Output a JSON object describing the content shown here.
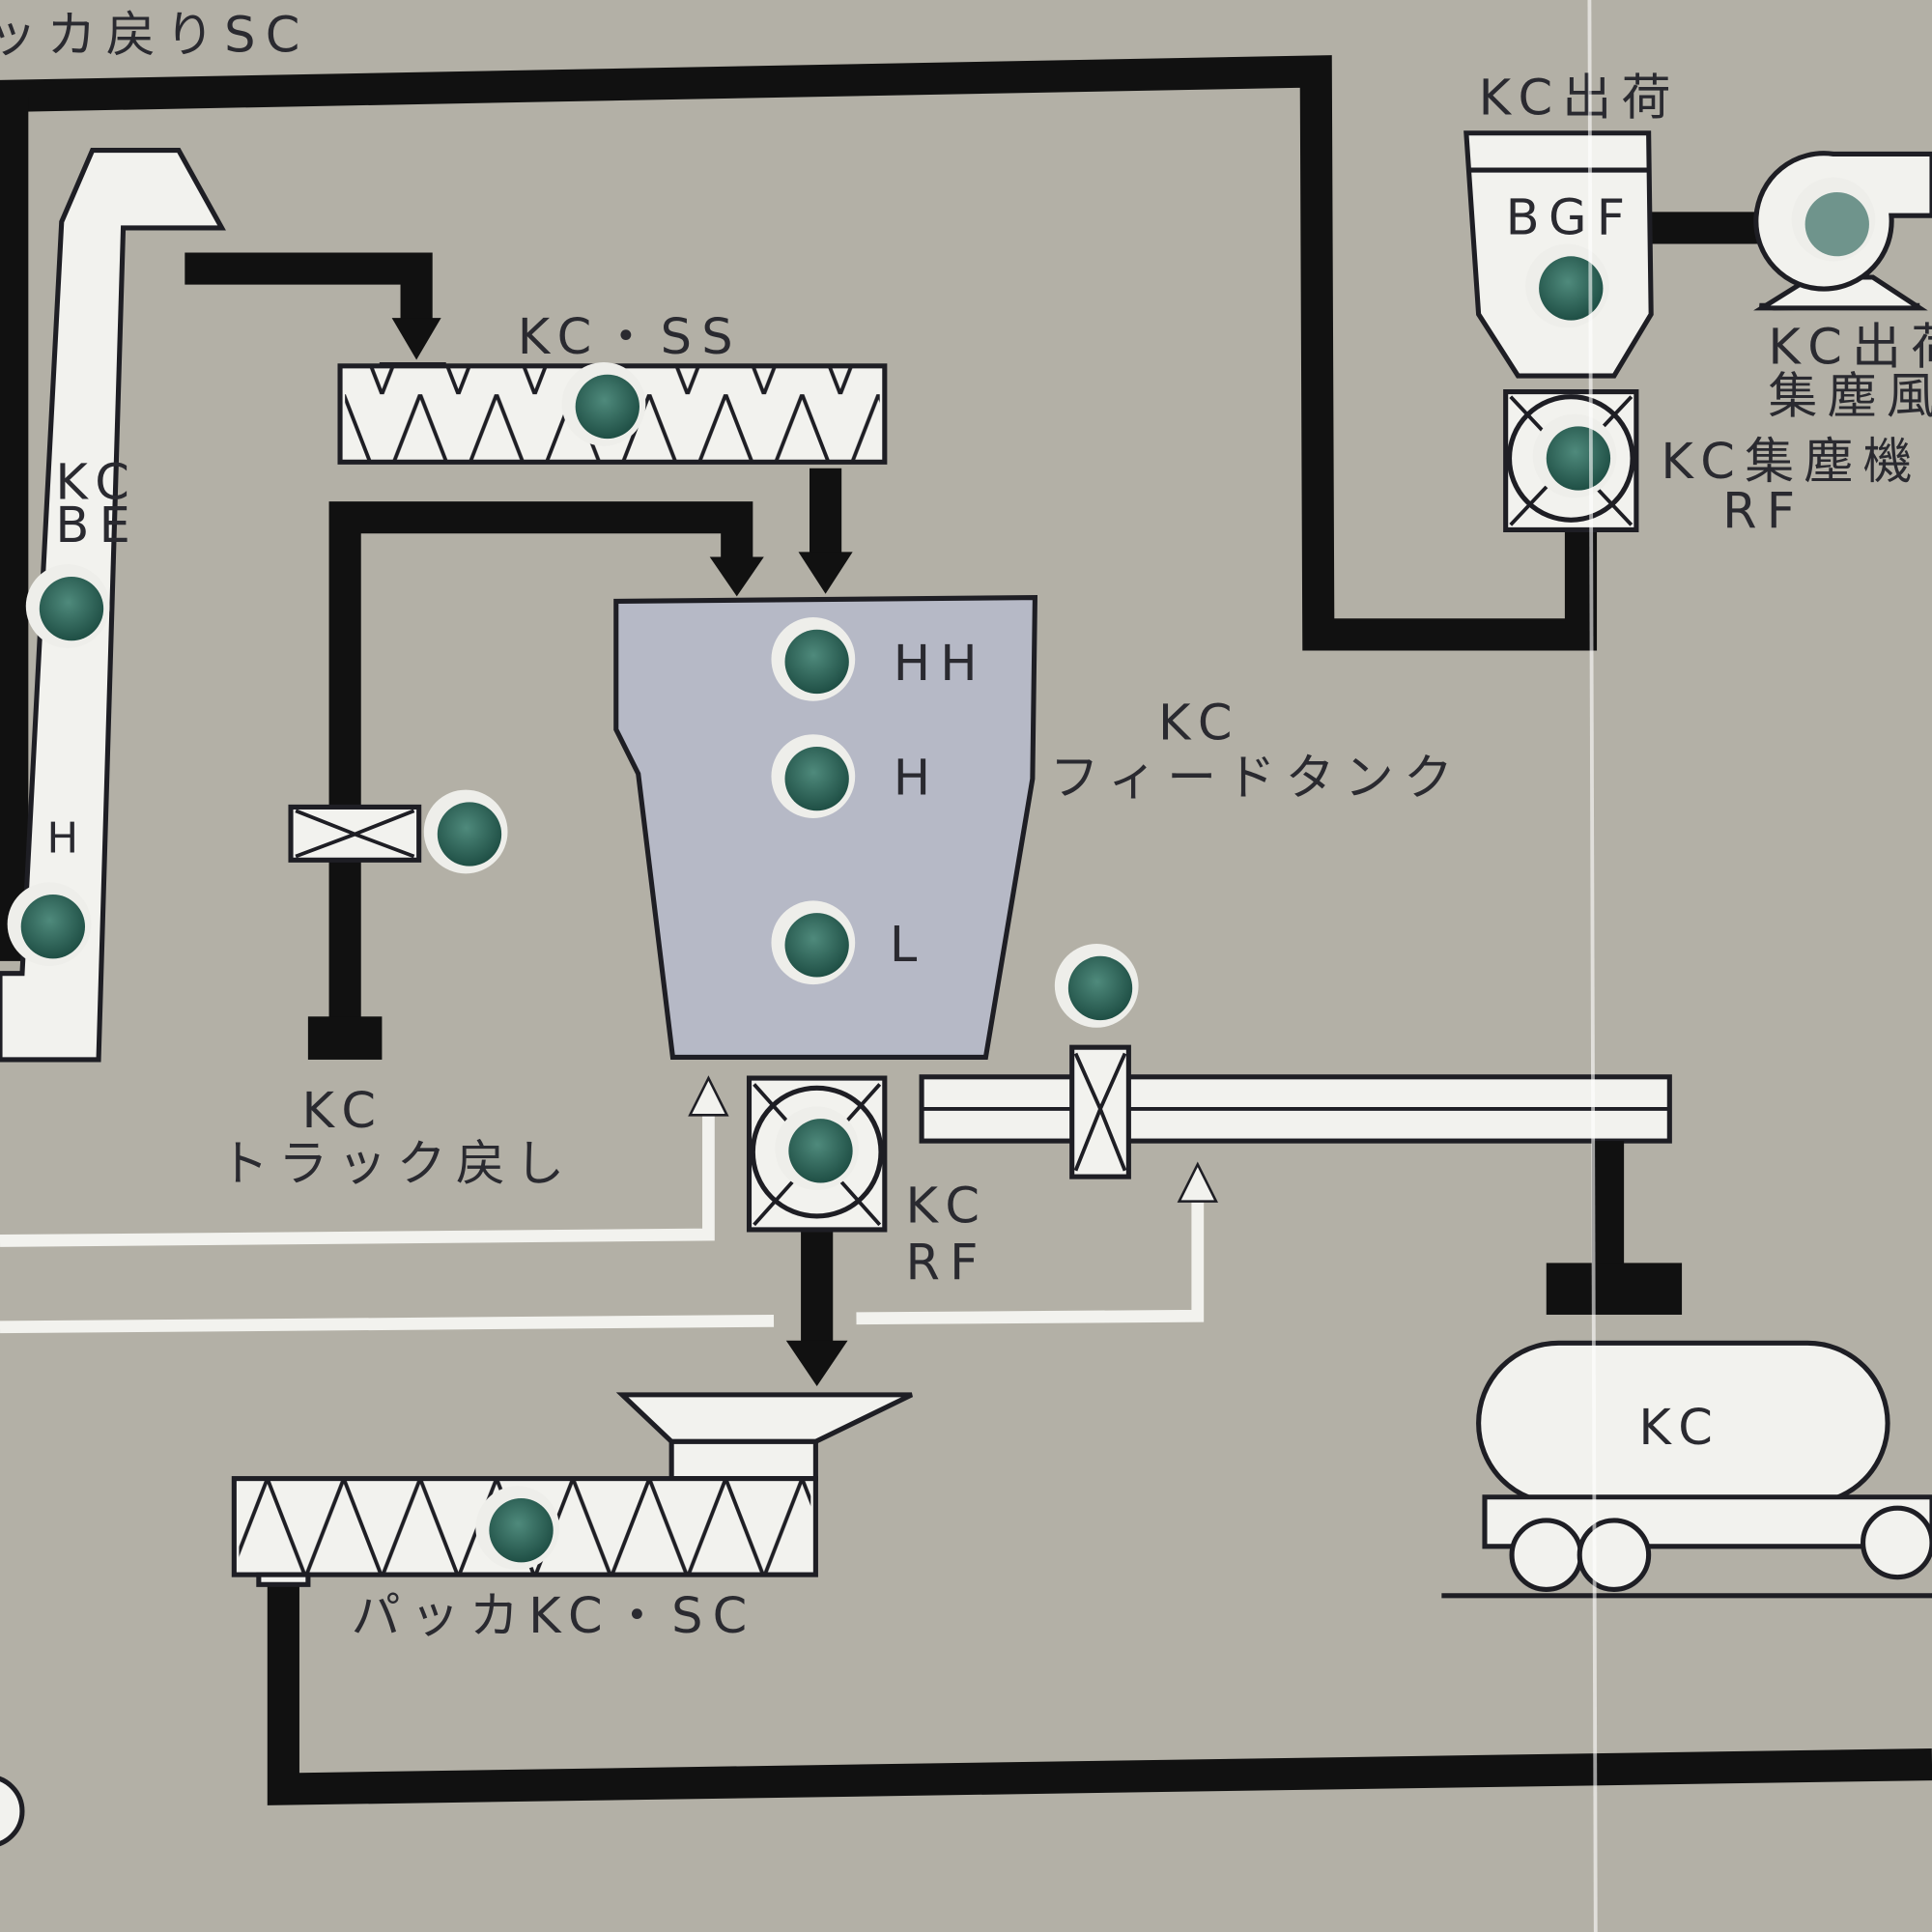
{
  "panel": {
    "top_left_label": "ッカ戻りSC",
    "bucket_elevator": {
      "label_1": "KC",
      "label_2": "BE",
      "level_label": "H"
    },
    "screw_conveyor_top": {
      "label": "KC・SS"
    },
    "truck_return": {
      "label_1": "KC",
      "label_2": "トラック戻し"
    },
    "feed_tank": {
      "label_1": "KC",
      "label_2": "フィードタンク",
      "levels": [
        "HH",
        "H",
        "L"
      ]
    },
    "rotary_feeder": {
      "label_1": "KC",
      "label_2": "RF"
    },
    "packer_screw": {
      "label": "パッカKC・SC"
    },
    "truck": {
      "label": "KC"
    },
    "bag_filter": {
      "title": "KC出荷",
      "label": "BGF"
    },
    "dust_collector_rf": {
      "label_1": "KC集塵機",
      "label_2": "RF"
    },
    "dust_fan": {
      "label_1": "KC出荷",
      "label_2": "集塵風車"
    }
  },
  "colors": {
    "panel": "#b3b0a6",
    "tank": "#b6b9c6",
    "lamp": "#2e6a5d",
    "line": "#111111"
  }
}
